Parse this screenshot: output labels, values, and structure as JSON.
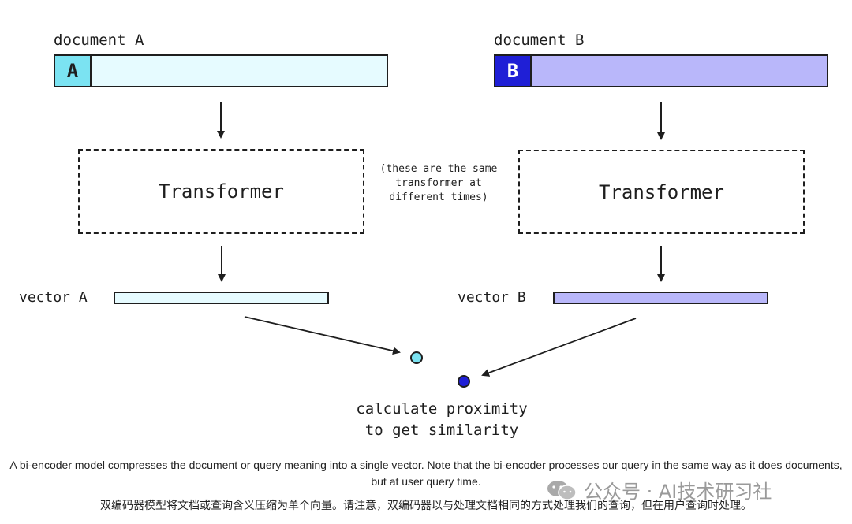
{
  "doc_a": {
    "label": "document A",
    "tab": "A",
    "color": "#e6fbff",
    "tab_color": "#7be3f2"
  },
  "doc_b": {
    "label": "document B",
    "tab": "B",
    "color": "#b9b7fa",
    "tab_color": "#1f1fd6"
  },
  "transformer_label": "Transformer",
  "note": "(these are the same transformer at different times)",
  "vector_a": {
    "label": "vector A",
    "color": "#e6fbff"
  },
  "vector_b": {
    "label": "vector B",
    "color": "#b9b7fa"
  },
  "result": {
    "line1": "calculate proximity",
    "line2": "to get similarity"
  },
  "caption_en": "A bi-encoder model compresses the document or query meaning into a single vector. Note that the bi-encoder processes our query in the same way as it does documents, but at user query time.",
  "caption_zh": "双编码器模型将文档或查询含义压缩为单个向量。请注意，双编码器以与处理文档相同的方式处理我们的查询，但在用户查询时处理。",
  "watermark": "公众号 · AI技术研习社",
  "icons": [
    "down-arrow-icon",
    "wechat-icon"
  ]
}
